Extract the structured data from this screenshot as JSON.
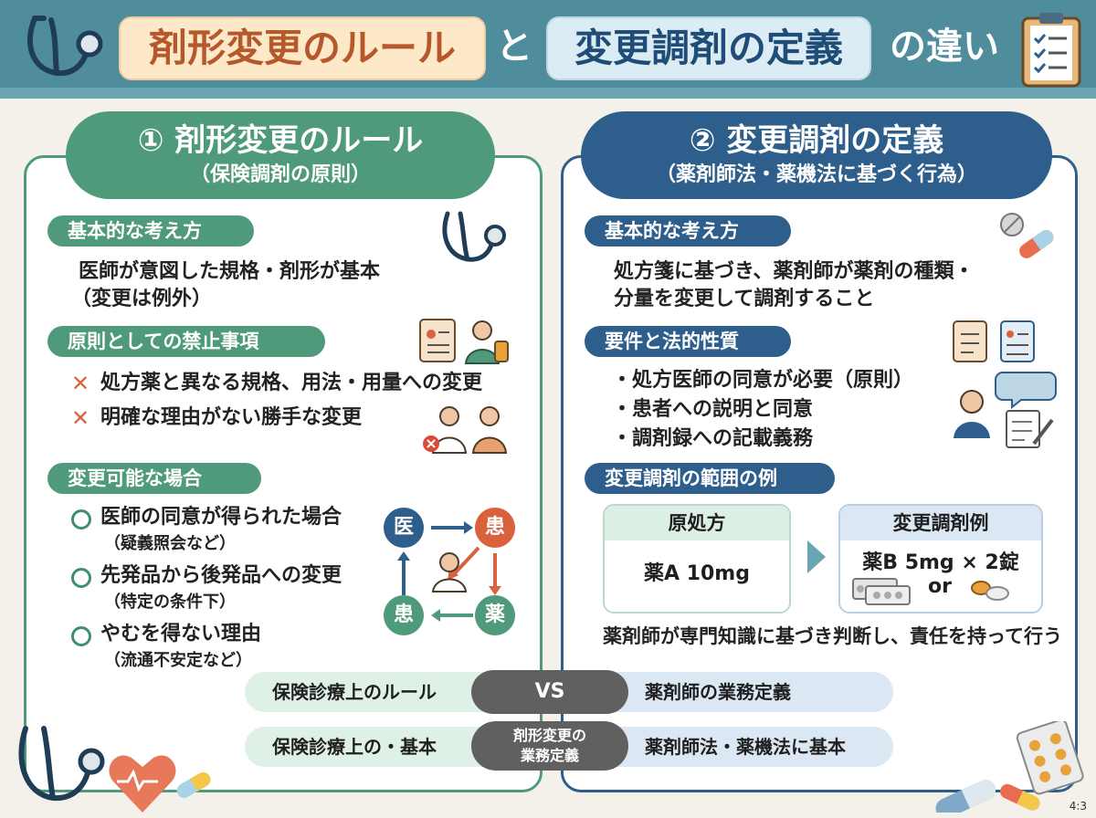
{
  "header": {
    "title_a": "剤形変更のルール",
    "title_to": "と",
    "title_b": "変更調剤の定義",
    "title_chigai": "の違い"
  },
  "left": {
    "head_title": "① 剤形変更のルール",
    "head_sub": "（保険調剤の原則）",
    "s1_label": "基本的な考え方",
    "s1_line1": "医師が意図した規格・剤形が基本",
    "s1_line2": "（変更は例外）",
    "s2_label": "原則としての禁止事項",
    "s2_items": [
      "処方薬と異なる規格、用法・用量への変更",
      "明確な理由がない勝手な変更"
    ],
    "s3_label": "変更可能な場合",
    "s3_items": [
      {
        "main": "医師の同意が得られた場合",
        "sub": "（疑義照会など）"
      },
      {
        "main": "先発品から後発品への変更",
        "sub": "（特定の条件下）"
      },
      {
        "main": "やむを得ない理由",
        "sub": "（流通不安定など）"
      }
    ],
    "flow": {
      "doctor": "医",
      "patient_top": "患",
      "patient_bottom": "患",
      "pharmacy": "薬"
    }
  },
  "right": {
    "head_title": "② 変更調剤の定義",
    "head_sub": "（薬剤師法・薬機法に基づく行為）",
    "s1_label": "基本的な考え方",
    "s1_line1": "処方箋に基づき、薬剤師が薬剤の種類・",
    "s1_line2": "分量を変更して調剤すること",
    "s2_label": "要件と法的性質",
    "s2_items": [
      "・処方医師の同意が必要（原則）",
      "・患者への説明と同意",
      "・調剤録への記載義務"
    ],
    "s3_label": "変更調剤の範囲の例",
    "orig_head": "原処方",
    "orig_value": "薬A 10mg",
    "changed_head": "変更調剤例",
    "changed_value": "薬B 5mg × 2錠",
    "changed_or": "or",
    "note": "薬剤師が専門知識に基づき判断し、責任を持って行う"
  },
  "compare": {
    "row1_left": "保険診療上のルール",
    "row1_mid": "VS",
    "row1_right": "薬剤師の業務定義",
    "row2_left": "保険診療上の・基本",
    "row2_mid_1": "剤形変更の",
    "row2_mid_2": "業務定義",
    "row2_right": "薬剤師法・薬機法に基本"
  },
  "aspect": "4:3",
  "colors": {
    "green": "#4f9a7b",
    "navy": "#2e5f8c",
    "header": "#4f8d9c",
    "orange": "#d9623c"
  }
}
